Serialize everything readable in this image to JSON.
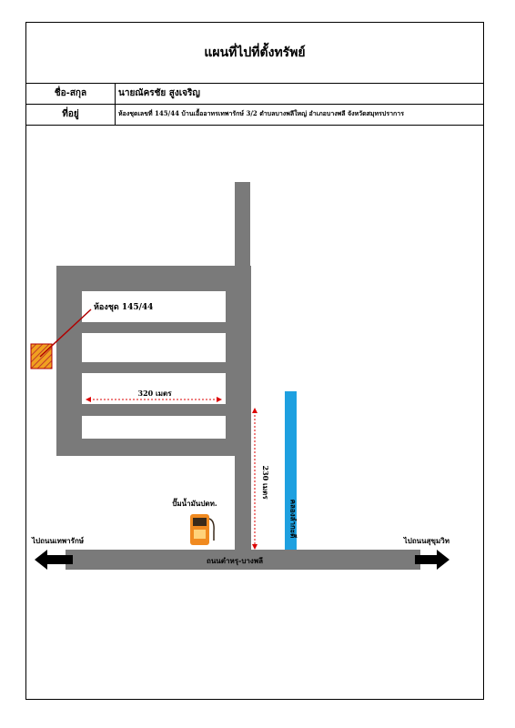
{
  "title": "แผนที่ไปที่ตั้งทรัพย์",
  "owner": {
    "label": "ชื่อ-สกุล",
    "value": "นายณัครชัย สูงเจริญ"
  },
  "address": {
    "label": "ที่อยู่",
    "value": "ห้องชุดเลขที่ 145/44 บ้านเอื้ออาทรเทพารักษ์ 3/2 ตำบลบางพลีใหญ่ อำเภอบางพลี จังหวัดสมุทรปราการ"
  },
  "map": {
    "unit_label": "ห้องชุด 145/44",
    "distance_horizontal": "320 เมตร",
    "distance_vertical": "230 เมตร",
    "gas_station": "ปั๊มน้ำมันปตท.",
    "canal": "คลองลำกะดี",
    "main_road": "ถนนตำหรุ-บางพลี",
    "left_direction": "ไปถนนเทพารักษ์",
    "right_direction": "ไปถนนสุขุมวิท",
    "colors": {
      "road": "#7a7a7a",
      "canal": "#1ea0e0",
      "pointer": "#b00000",
      "arrow": "#000000",
      "marker": "#f0a020"
    }
  }
}
